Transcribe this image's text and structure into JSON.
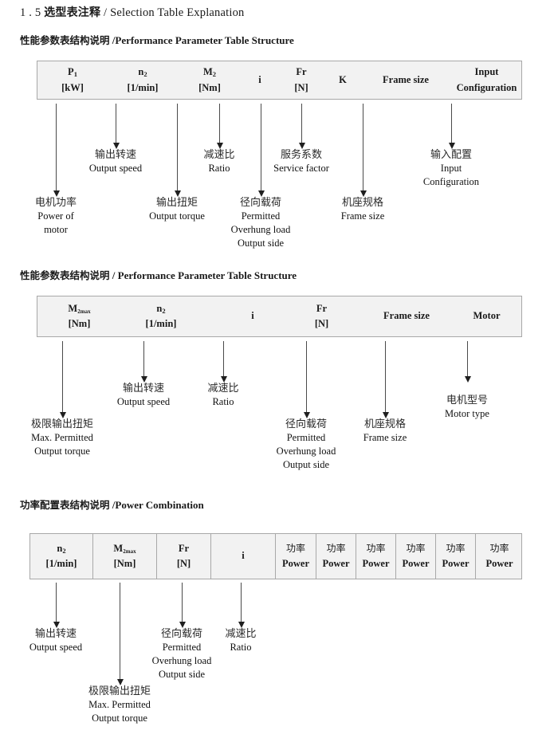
{
  "document": {
    "title_number": "1 . 5",
    "title_cn": "选型表注释",
    "title_sep": "/",
    "title_en": "Selection Table Explanation"
  },
  "sections": [
    {
      "heading_cn": "性能参数表结构说明",
      "heading_sep": "/",
      "heading_en": "Performance Parameter Table Structure",
      "table": {
        "columns": [
          {
            "symbol": "P",
            "sub": "1",
            "unit": "[kW]"
          },
          {
            "symbol": "n",
            "sub": "2",
            "unit": "[1/min]"
          },
          {
            "symbol": "M",
            "sub": "2",
            "unit": "[Nm]"
          },
          {
            "symbol": "i",
            "sub": "",
            "unit": ""
          },
          {
            "symbol": "Fr",
            "sub": "",
            "unit": "[N]"
          },
          {
            "symbol": "K",
            "sub": "",
            "unit": ""
          },
          {
            "symbol": "Frame size",
            "sub": "",
            "unit": ""
          },
          {
            "symbol": "Input",
            "sub": "",
            "unit": "Configuration"
          }
        ]
      },
      "annotations": [
        {
          "cn": "电机功率",
          "en": [
            "Power of",
            "motor"
          ]
        },
        {
          "cn": "输出转速",
          "en": [
            "Output speed"
          ]
        },
        {
          "cn": "输出扭矩",
          "en": [
            "Output torque"
          ]
        },
        {
          "cn": "减速比",
          "en": [
            "Ratio"
          ]
        },
        {
          "cn": "径向载荷",
          "en": [
            "Permitted",
            "Overhung load",
            "Output side"
          ]
        },
        {
          "cn": "服务系数",
          "en": [
            "Service factor"
          ]
        },
        {
          "cn": "机座规格",
          "en": [
            "Frame size"
          ]
        },
        {
          "cn": "输入配置",
          "en": [
            "Input",
            "Configuration"
          ]
        }
      ]
    },
    {
      "heading_cn": "性能参数表结构说明",
      "heading_sep": "/",
      "heading_en": "Performance Parameter Table Structure",
      "table": {
        "columns": [
          {
            "symbol": "M",
            "sub": "2max",
            "unit": "[Nm]"
          },
          {
            "symbol": "n",
            "sub": "2",
            "unit": "[1/min]"
          },
          {
            "symbol": "i",
            "sub": "",
            "unit": ""
          },
          {
            "symbol": "Fr",
            "sub": "",
            "unit": "[N]"
          },
          {
            "symbol": "Frame size",
            "sub": "",
            "unit": ""
          },
          {
            "symbol": "Motor",
            "sub": "",
            "unit": ""
          }
        ]
      },
      "annotations": [
        {
          "cn": "极限输出扭矩",
          "en": [
            "Max. Permitted",
            "Output  torque"
          ]
        },
        {
          "cn": "输出转速",
          "en": [
            "Output speed"
          ]
        },
        {
          "cn": "减速比",
          "en": [
            "Ratio"
          ]
        },
        {
          "cn": "径向载荷",
          "en": [
            "Permitted",
            "Overhung load",
            "Output side"
          ]
        },
        {
          "cn": "机座规格",
          "en": [
            "Frame size"
          ]
        },
        {
          "cn": "电机型号",
          "en": [
            "Motor type"
          ]
        }
      ]
    },
    {
      "heading_cn": "功率配置表结构说明",
      "heading_sep": "/",
      "heading_en": "Power Combination",
      "table": {
        "columns": [
          {
            "symbol": "n",
            "sub": "2",
            "unit": "[1/min]"
          },
          {
            "symbol": "M",
            "sub": "2max",
            "unit": "[Nm]"
          },
          {
            "symbol": "Fr",
            "sub": "",
            "unit": "[N]"
          },
          {
            "symbol": "i",
            "sub": "",
            "unit": ""
          },
          {
            "symbol_cn": "功率",
            "sub": "",
            "unit": "Power"
          },
          {
            "symbol_cn": "功率",
            "sub": "",
            "unit": "Power"
          },
          {
            "symbol_cn": "功率",
            "sub": "",
            "unit": "Power"
          },
          {
            "symbol_cn": "功率",
            "sub": "",
            "unit": "Power"
          },
          {
            "symbol_cn": "功率",
            "sub": "",
            "unit": "Power"
          },
          {
            "symbol_cn": "功率",
            "sub": "",
            "unit": "Power"
          }
        ]
      },
      "annotations": [
        {
          "cn": "输出转速",
          "en": [
            "Output speed"
          ]
        },
        {
          "cn": "极限输出扭矩",
          "en": [
            "Max. Permitted",
            "Output  torque"
          ]
        },
        {
          "cn": "径向载荷",
          "en": [
            "Permitted",
            "Overhung load",
            "Output side"
          ]
        },
        {
          "cn": "减速比",
          "en": [
            "Ratio"
          ]
        }
      ]
    }
  ],
  "colors": {
    "table_fill": "#f2f2f2",
    "table_border": "#a8a8a8",
    "arrow": "#1f1f1f",
    "text": "#1a1a1a"
  }
}
